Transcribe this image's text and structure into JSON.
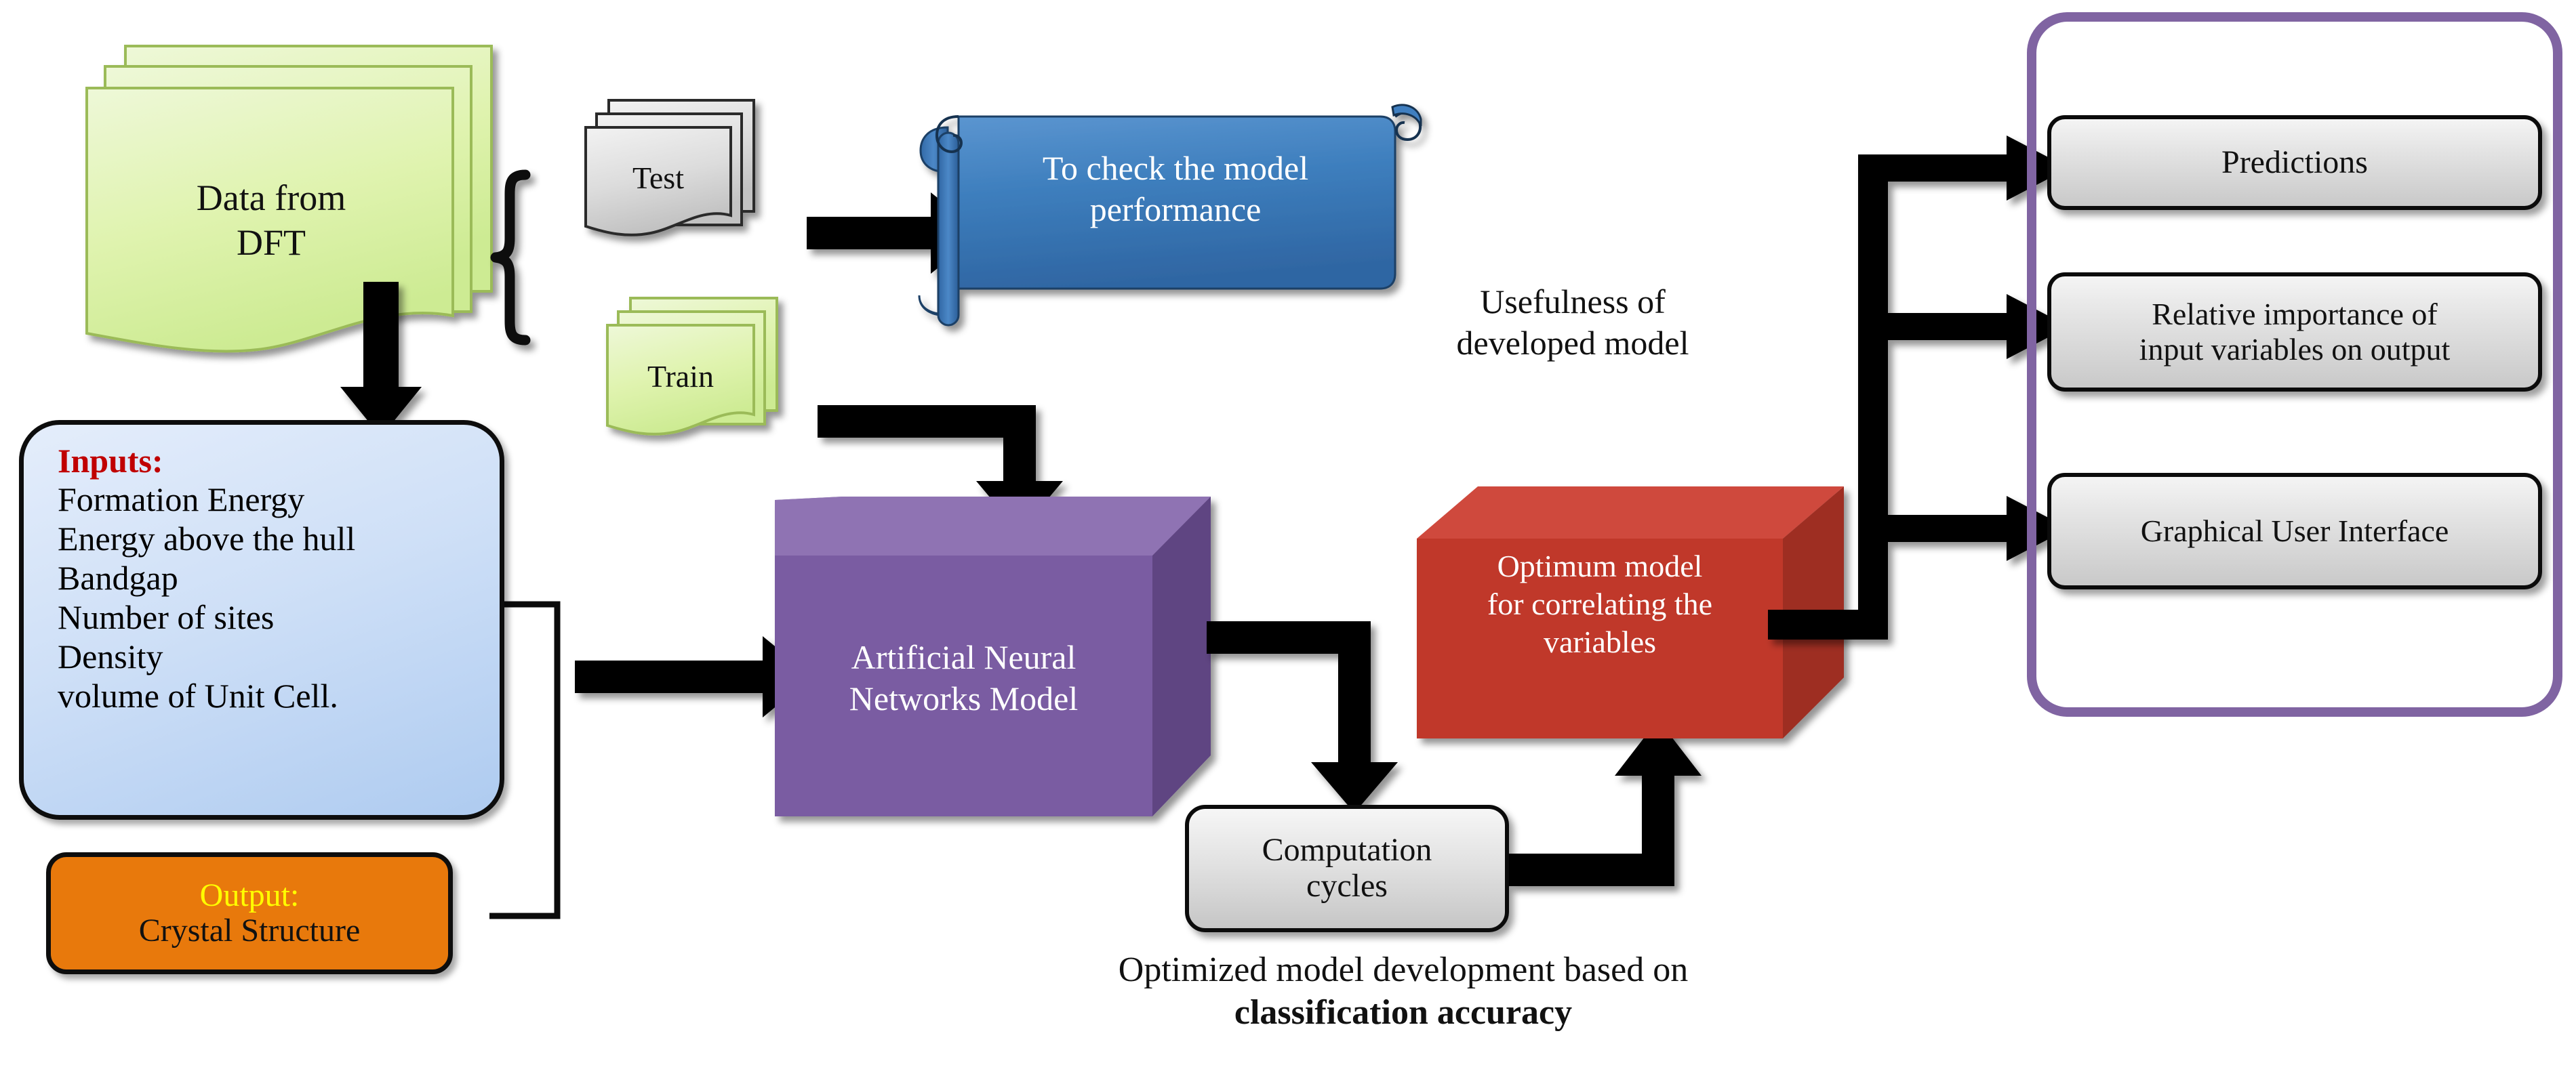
{
  "diagram": {
    "title": "ANN model development workflow for crystal structure prediction from DFT data",
    "colors": {
      "green_doc": "#d8f0a8",
      "green_doc_border": "#9BBB59",
      "grey_doc": "#d9d9d9",
      "grey_doc_border": "#2b2b2b",
      "inputs_blue": "#cfe0f7",
      "output_orange": "#e8790c",
      "output_title_yellow": "#ffff00",
      "inputs_title_red": "#c00000",
      "scroll_blue": "#3b76ba",
      "ann_purple": "#7d5ba6",
      "optimum_red": "#c0392b",
      "container_purple": "#8064a2",
      "grey_box": "#dcdcdc",
      "arrow_black": "#000000"
    }
  },
  "nodes": {
    "data_source": {
      "label_line1": "Data from",
      "label_line2": "DFT"
    },
    "test_stack": {
      "label": "Test"
    },
    "train_stack": {
      "label": "Train"
    },
    "scroll": {
      "label_line1": "To check the model",
      "label_line2": "performance"
    },
    "inputs": {
      "title": "Inputs:",
      "items": [
        "Formation Energy",
        "Energy above the hull",
        "Bandgap",
        "Number of sites",
        "Density",
        "volume of Unit Cell."
      ]
    },
    "output": {
      "title": "Output:",
      "value": "Crystal Structure"
    },
    "ann_model": {
      "label_line1": "Artificial Neural",
      "label_line2": "Networks Model"
    },
    "computation": {
      "label_line1": "Computation",
      "label_line2": "cycles"
    },
    "optimum_model": {
      "label_line1": "Optimum model",
      "label_line2": "for correlating the",
      "label_line3": "variables"
    },
    "results": [
      {
        "label": "Predictions"
      },
      {
        "label_line1": "Relative importance of",
        "label_line2": "input variables on output"
      },
      {
        "label": "Graphical User Interface"
      }
    ]
  },
  "annotations": {
    "usefulness": {
      "line1": "Usefulness of",
      "line2": "developed model"
    },
    "optimized_caption": {
      "line1": "Optimized model development based on",
      "line2": "classification accuracy"
    }
  }
}
